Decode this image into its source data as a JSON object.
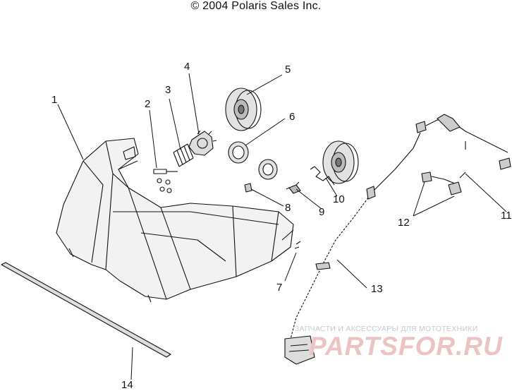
{
  "header": {
    "copyright": "© 2004 Polaris Sales Inc."
  },
  "callouts": [
    "1",
    "2",
    "3",
    "4",
    "5",
    "6",
    "7",
    "8",
    "9",
    "10",
    "11",
    "12",
    "13",
    "14"
  ],
  "watermark": {
    "caption": "ЗАПЧАСТИ И АКСЕССУАРЫ ДЛЯ МОТОТЕХНИКИ",
    "site": "PARTSFOR.RU"
  },
  "colors": {
    "line": "#111111",
    "watermark_text": "#c9c9c9",
    "watermark_brand": "#e8b4b4"
  }
}
